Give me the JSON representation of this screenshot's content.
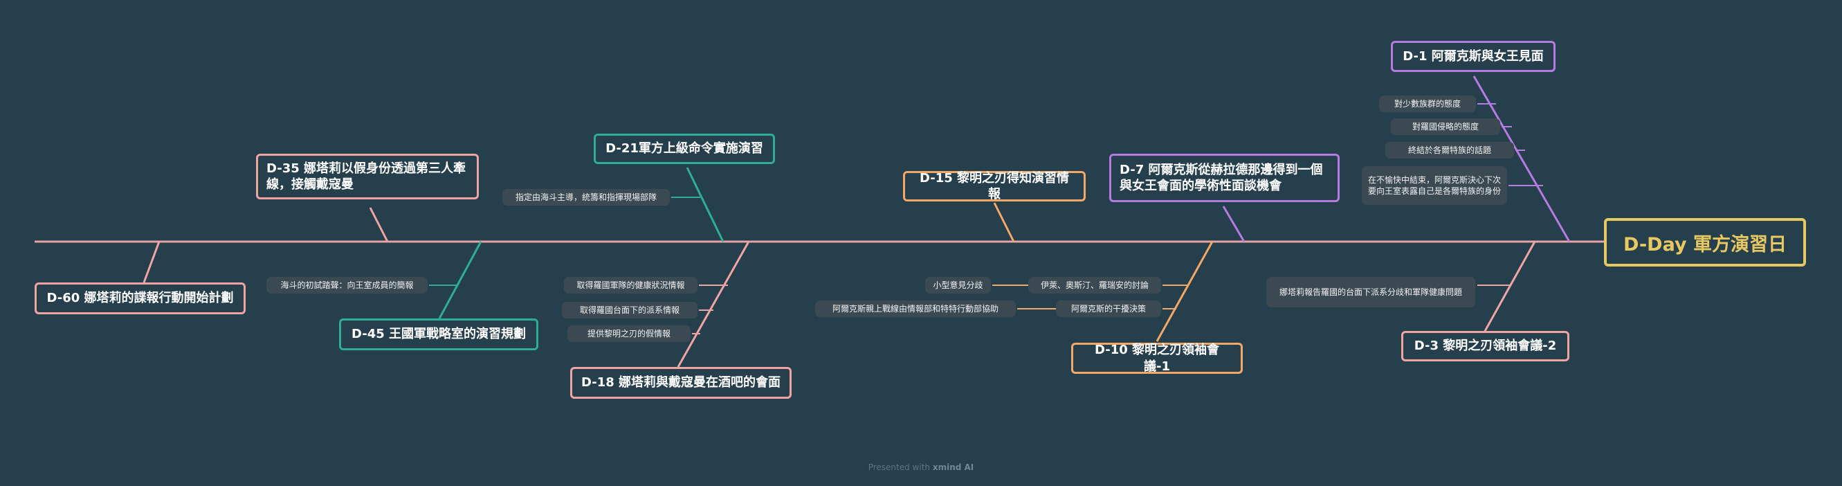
{
  "colors": {
    "background": "#263f4c",
    "spine": "#e8a3a3",
    "pink": "#f0a4a4",
    "teal": "#2fae97",
    "orange": "#f3a867",
    "purple": "#b57be0",
    "gold": "#e8c860"
  },
  "central": {
    "title": "D-Day 軍方演習日"
  },
  "topics": {
    "d1": "D-1 阿爾克斯與女王見面",
    "d7": "D-7 阿爾克斯從赫拉德那邊得到一個與女王會面的學術性面談機會",
    "d15": "D-15 黎明之刃得知演習情報",
    "d21": "D-21軍方上級命令實施演習",
    "d35": "D-35 娜塔莉以假身份透過第三人牽線，接觸戴寇曼",
    "d60": "D-60 娜塔莉的諜報行動開始計劃",
    "d45": "D-45 王國軍戰略室的演習規劃",
    "d18": "D-18 娜塔莉與戴寇曼在酒吧的會面",
    "d10": "D-10 黎明之刃領袖會議-1",
    "d3": "D-3 黎明之刃領袖會議-2"
  },
  "subtopics": {
    "d1": [
      "對少數族群的態度",
      "對羅國侵略的態度",
      "終結於各爾特族的話題",
      "在不愉快中結束，阿爾克斯決心下次要向王室表露自己是各爾特族的身份"
    ],
    "d21": [
      "指定由海斗主導，統籌和指揮現場部隊"
    ],
    "d45": [
      "海斗的初試踏聲：向王室成員的簡報"
    ],
    "d18": [
      "取得羅國軍隊的健康狀況情報",
      "取得羅國台面下的派系情報",
      "提供黎明之刃的假情報"
    ],
    "d10": [
      "伊萊、奧斯汀、羅瑞安的討論",
      "阿爾克斯的干擾決策"
    ],
    "d10_leaves": [
      "小型意見分歧",
      "阿爾克斯親上戰線由情報部和特特行動部協助"
    ],
    "d3": [
      "娜塔莉報告羅國的台面下派系分歧和軍隊健康問題"
    ]
  },
  "footer": {
    "prefix": "Presented with",
    "brand": "xmind AI"
  }
}
